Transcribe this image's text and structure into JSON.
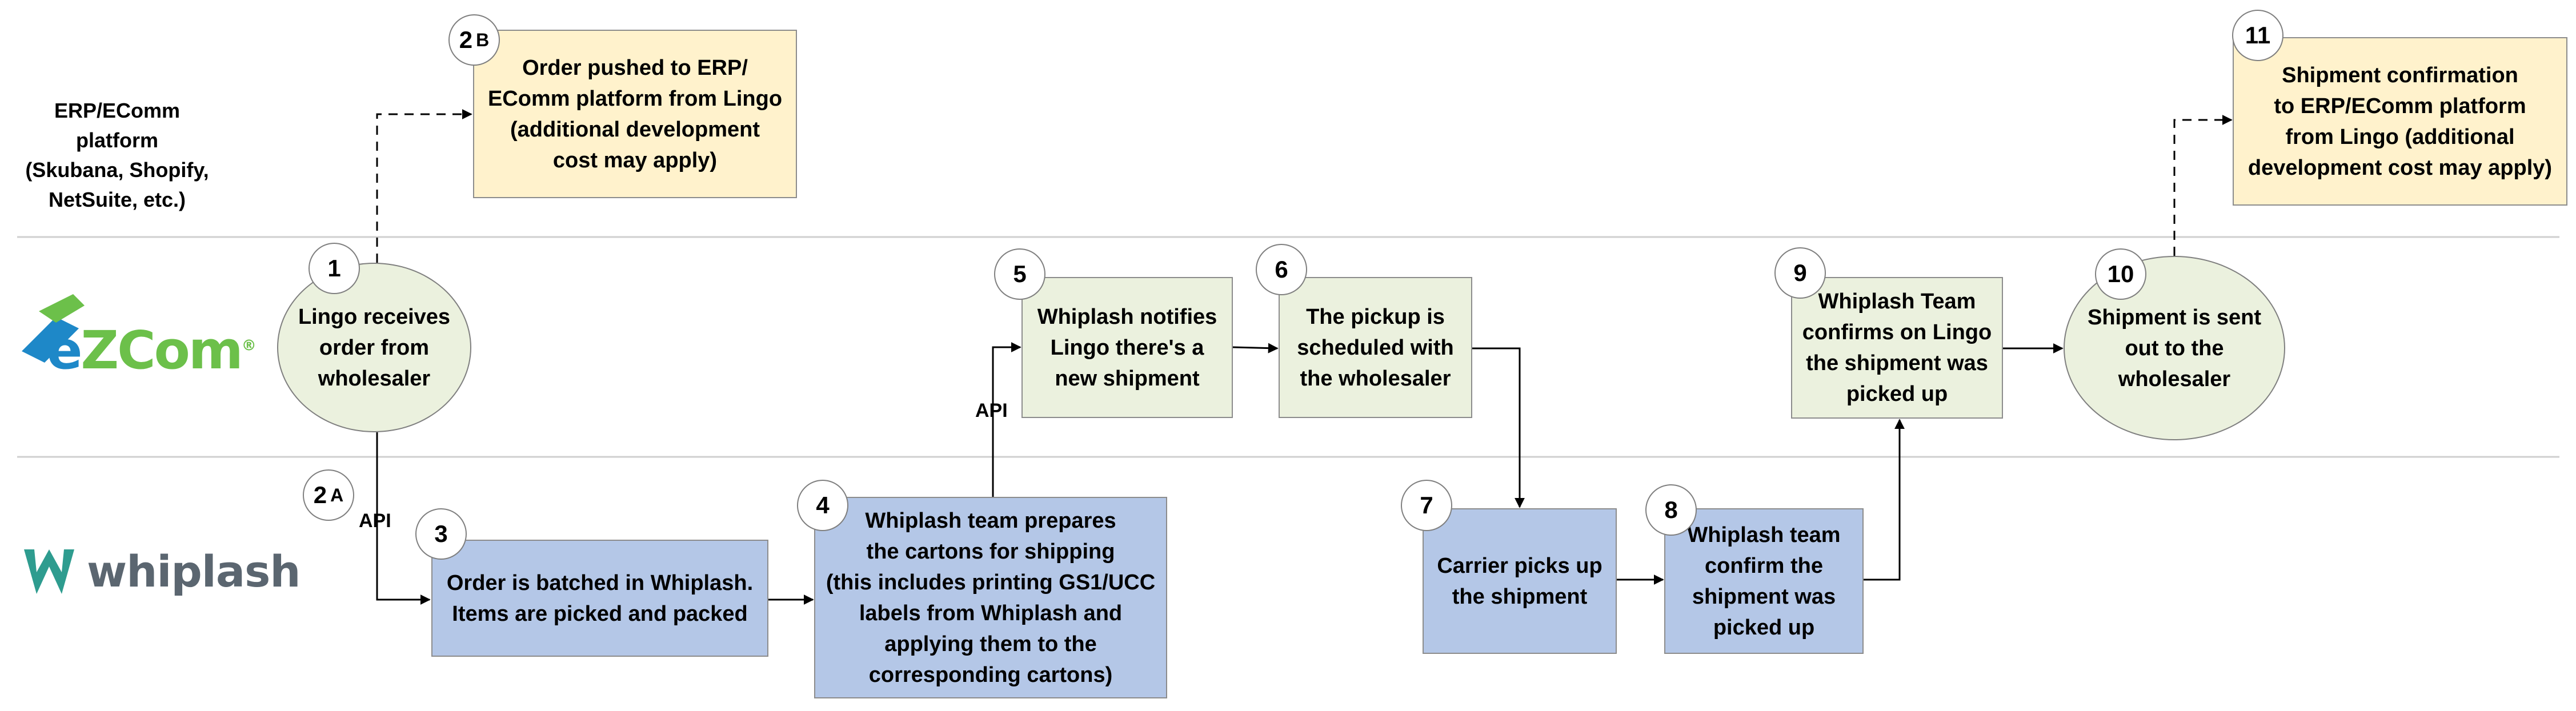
{
  "colors": {
    "erp_box": "#fff2cc",
    "ezcom_box": "#ebf1de",
    "whiplash_box": "#b4c7e7",
    "border": "#8c8c8c",
    "ezcom_green": "#6cc04a",
    "ezcom_blue": "#1e88c8",
    "whiplash_teal": "#2e9c8f",
    "whiplash_gray": "#5b6670"
  },
  "lanes": {
    "erp": {
      "label": "ERP/EComm platform\n(Skubana, Shopify,\nNetSuite, etc.)"
    },
    "ezcom": {
      "logo_prefix": "e",
      "logo_rest": "ZCom",
      "logo_mark": "®"
    },
    "whiplash": {
      "logo_text": "whiplash"
    }
  },
  "steps": {
    "s1": {
      "number": "1",
      "text": "Lingo receives\norder from\nwholesaler"
    },
    "s2a": {
      "number": "2",
      "suffix": "A"
    },
    "s2b": {
      "number": "2",
      "suffix": "B",
      "text": "Order pushed to ERP/\nEComm platform from Lingo\n(additional development\ncost may apply)"
    },
    "s3": {
      "number": "3",
      "text": "Order is batched in Whiplash.\nItems are picked and packed"
    },
    "s4": {
      "number": "4",
      "text": "Whiplash team prepares\nthe cartons for shipping\n(this includes printing GS1/UCC\nlabels from Whiplash and\napplying them to the\ncorresponding cartons)"
    },
    "s5": {
      "number": "5",
      "text": "Whiplash notifies\nLingo there's a\nnew shipment"
    },
    "s6": {
      "number": "6",
      "text": "The pickup is\nscheduled with\nthe wholesaler"
    },
    "s7": {
      "number": "7",
      "text": "Carrier picks up\nthe shipment"
    },
    "s8": {
      "number": "8",
      "text": "Whiplash team\nconfirm the\nshipment was\npicked up"
    },
    "s9": {
      "number": "9",
      "text": "Whiplash Team\nconfirms on Lingo\nthe shipment was\npicked up"
    },
    "s10": {
      "number": "10",
      "text": "Shipment is sent\nout to the\nwholesaler"
    },
    "s11": {
      "number": "11",
      "text": "Shipment confirmation\nto ERP/EComm platform\nfrom Lingo (additional\ndevelopment cost may apply)"
    }
  },
  "connectors": {
    "api_label_1": "API",
    "api_label_2": "API"
  }
}
